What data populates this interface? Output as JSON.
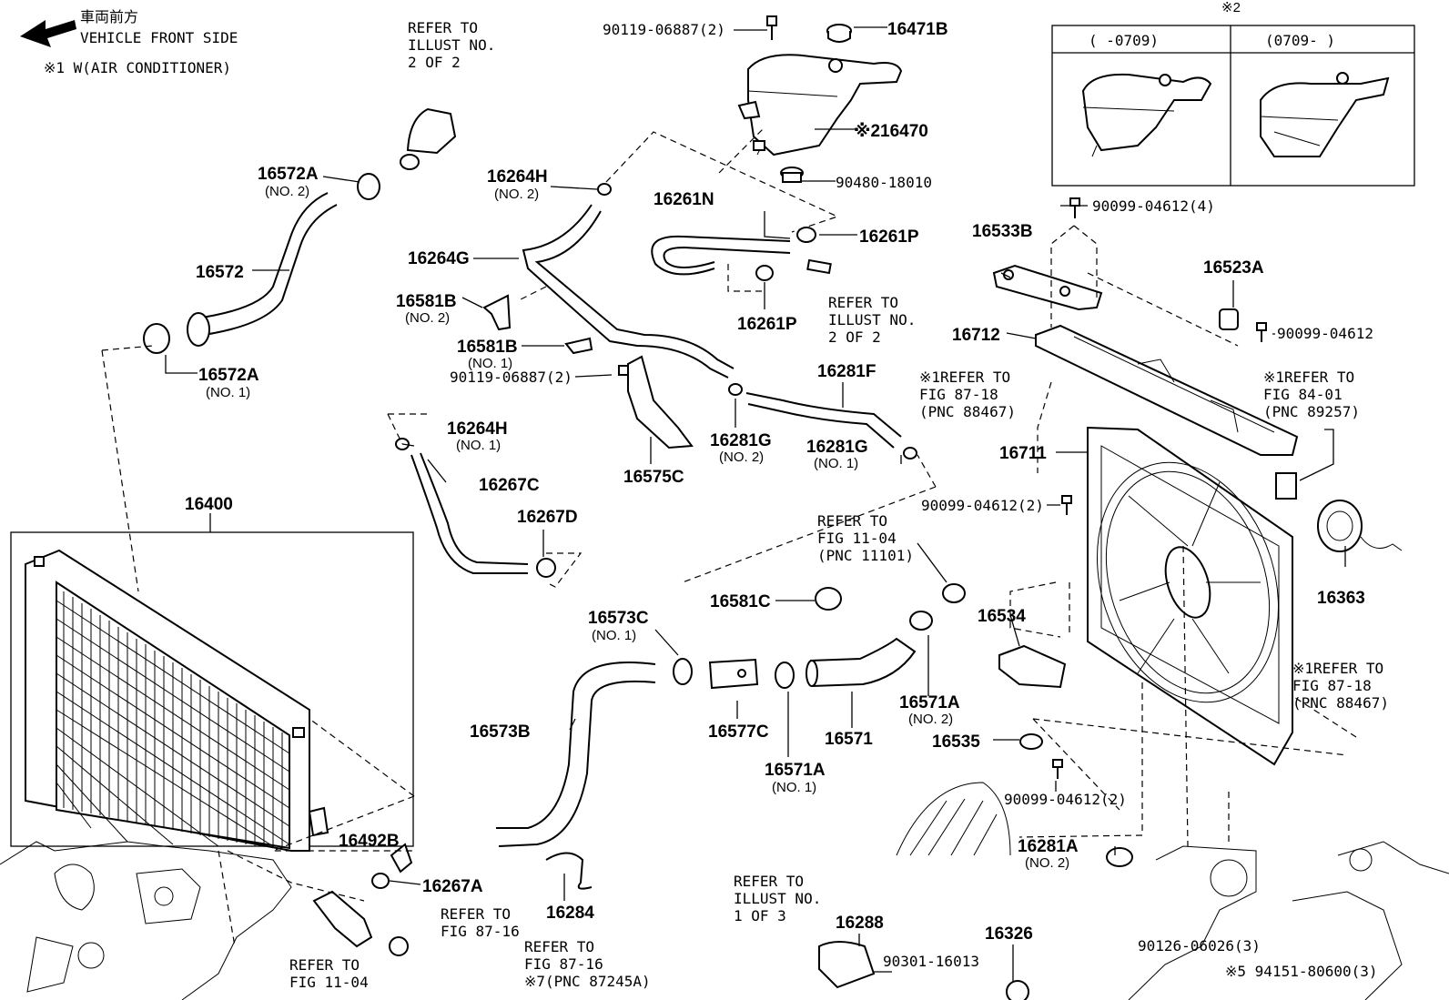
{
  "header": {
    "front_jp": "車両前方",
    "front_en": "VEHICLE FRONT SIDE",
    "note1": "※1 W(AIR CONDITIONER)"
  },
  "inset": {
    "mark": "※2",
    "col1": "(      -0709)",
    "col2": "(0709-      )"
  },
  "labels": [
    {
      "id": "p90119a",
      "text": "90119-06887(2)"
    },
    {
      "id": "p16471B",
      "text": "16471B"
    },
    {
      "id": "p16470",
      "text": "※216470"
    },
    {
      "id": "p90480",
      "text": "90480-18010"
    },
    {
      "id": "p16572A2",
      "text": "16572A",
      "sub": "(NO. 2)"
    },
    {
      "id": "p16572",
      "text": "16572"
    },
    {
      "id": "p16572A1",
      "text": "16572A",
      "sub": "(NO. 1)"
    },
    {
      "id": "p16264H2",
      "text": "16264H",
      "sub": "(NO. 2)"
    },
    {
      "id": "p16261N",
      "text": "16261N"
    },
    {
      "id": "p16261Pa",
      "text": "16261P"
    },
    {
      "id": "p16261Pb",
      "text": "16261P"
    },
    {
      "id": "p16264G",
      "text": "16264G"
    },
    {
      "id": "p16581B2",
      "text": "16581B",
      "sub": "(NO. 2)"
    },
    {
      "id": "p16581B1",
      "text": "16581B",
      "sub": "(NO. 1)"
    },
    {
      "id": "p90119b",
      "text": "90119-06887(2)"
    },
    {
      "id": "p16281F",
      "text": "16281F"
    },
    {
      "id": "p16281G2",
      "text": "16281G",
      "sub": "(NO. 2)"
    },
    {
      "id": "p16281G1",
      "text": "16281G",
      "sub": "(NO. 1)"
    },
    {
      "id": "p16264H1",
      "text": "16264H",
      "sub": "(NO. 1)"
    },
    {
      "id": "p16267C",
      "text": "16267C"
    },
    {
      "id": "p16575C",
      "text": "16575C"
    },
    {
      "id": "p16267D",
      "text": "16267D"
    },
    {
      "id": "p16400",
      "text": "16400"
    },
    {
      "id": "p16533B",
      "text": "16533B"
    },
    {
      "id": "p90099a",
      "text": "90099-04612(4)"
    },
    {
      "id": "p16523A",
      "text": "16523A"
    },
    {
      "id": "p90099b",
      "text": "90099-04612"
    },
    {
      "id": "p16712",
      "text": "16712"
    },
    {
      "id": "p16711",
      "text": "16711"
    },
    {
      "id": "p90099c",
      "text": "90099-04612(2)"
    },
    {
      "id": "p16363",
      "text": "16363"
    },
    {
      "id": "p16534",
      "text": "16534"
    },
    {
      "id": "p16535",
      "text": "16535"
    },
    {
      "id": "p90099d",
      "text": "90099-04612(2)"
    },
    {
      "id": "p16581C",
      "text": "16581C"
    },
    {
      "id": "p16573C",
      "text": "16573C",
      "sub": "(NO. 1)"
    },
    {
      "id": "p16573B",
      "text": "16573B"
    },
    {
      "id": "p16577C",
      "text": "16577C"
    },
    {
      "id": "p16571",
      "text": "16571"
    },
    {
      "id": "p16571A2",
      "text": "16571A",
      "sub": "(NO. 2)"
    },
    {
      "id": "p16571A1",
      "text": "16571A",
      "sub": "(NO. 1)"
    },
    {
      "id": "p16267A",
      "text": "16267A"
    },
    {
      "id": "p16284",
      "text": "16284"
    },
    {
      "id": "p16288",
      "text": "16288"
    },
    {
      "id": "p16326",
      "text": "16326"
    },
    {
      "id": "p90301",
      "text": "90301-16013"
    },
    {
      "id": "p90126",
      "text": "90126-06026(3)"
    },
    {
      "id": "p94151",
      "text": "※5 94151-80600(3)"
    },
    {
      "id": "p16281A",
      "text": "16281A",
      "sub": "(NO. 2)"
    },
    {
      "id": "p16492",
      "text": "16492B"
    }
  ],
  "refs": [
    {
      "id": "r1",
      "lines": [
        "REFER TO",
        "ILLUST NO.",
        "2 OF 2"
      ]
    },
    {
      "id": "r2",
      "lines": [
        "REFER TO",
        "ILLUST NO.",
        "2 OF 2"
      ]
    },
    {
      "id": "r3",
      "lines": [
        "※1REFER TO",
        "FIG 87-18",
        "(PNC 88467)"
      ]
    },
    {
      "id": "r4",
      "lines": [
        "※1REFER TO",
        "FIG 84-01",
        "(PNC 89257)"
      ]
    },
    {
      "id": "r5",
      "lines": [
        "REFER TO",
        "FIG 11-04",
        "(PNC 11101)"
      ]
    },
    {
      "id": "r6",
      "lines": [
        "※1REFER TO",
        "FIG 87-18",
        "(PNC 88467)"
      ]
    },
    {
      "id": "r7",
      "lines": [
        "REFER TO",
        "FIG 87-16"
      ]
    },
    {
      "id": "r8",
      "lines": [
        "REFER TO",
        "FIG 87-16",
        "※7(PNC 87245A)"
      ]
    },
    {
      "id": "r9",
      "lines": [
        "REFER TO",
        "FIG 11-04"
      ]
    },
    {
      "id": "r10",
      "lines": [
        "REFER TO",
        "ILLUST NO.",
        "1 OF 3"
      ]
    }
  ]
}
